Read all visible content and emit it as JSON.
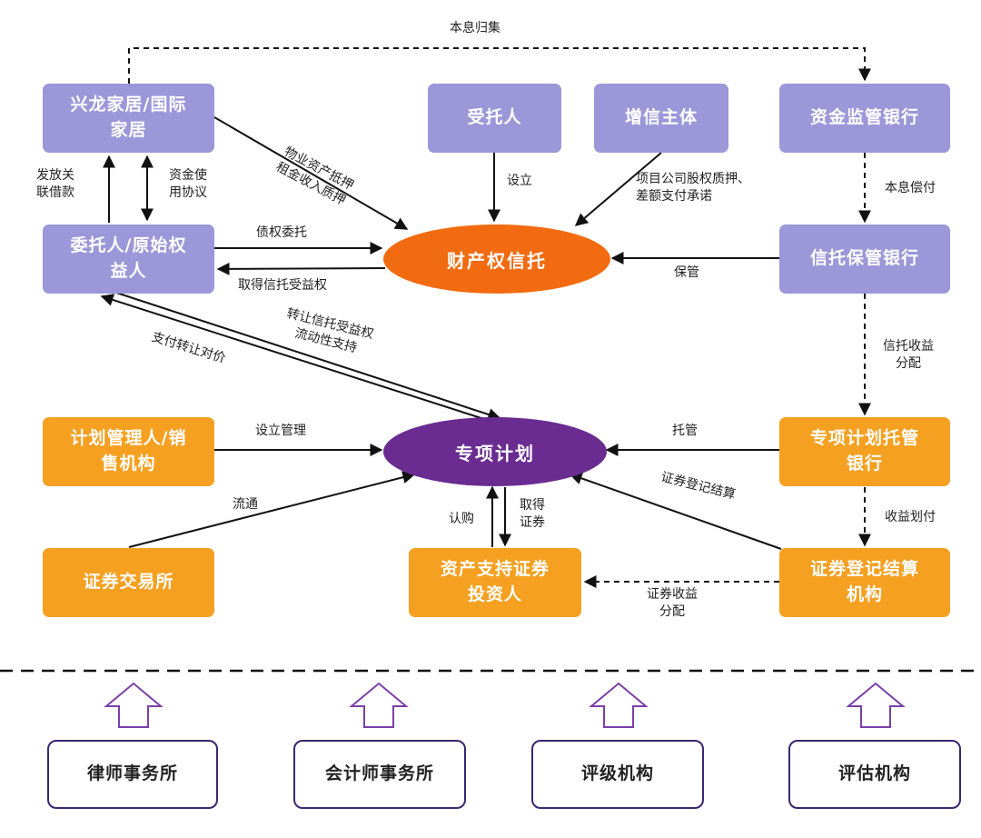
{
  "nodes": {
    "xinglong": "兴龙家居/国际\n家居",
    "trustee": "受托人",
    "credit_enhancer": "增信主体",
    "supervision_bank": "资金监管银行",
    "entrustor": "委托人/原始权\n益人",
    "property_trust": "财产权信托",
    "custody_bank": "信托保管银行",
    "plan_manager": "计划管理人/销\n售机构",
    "special_plan": "专项计划",
    "plan_custody_bank": "专项计划托管\n银行",
    "exchange": "证券交易所",
    "investors": "资产支持证券\n投资人",
    "registry": "证券登记结算\n机构",
    "law_firm": "律师事务所",
    "accounting_firm": "会计师事务所",
    "rating_agency": "评级机构",
    "appraisal_agency": "评估机构"
  },
  "edges": {
    "principal_collection": "本息归集",
    "property_pledge": "物业资产抵押\n租金收入质押",
    "establish": "设立",
    "equity_pledge": "项目公司股权质押、\n差额支付承诺",
    "principal_repay": "本息偿付",
    "issue_loans": "发放关\n联借款",
    "fund_agreement": "资金使\n用协议",
    "claim_entrust": "债权委托",
    "obtain_beneficiary": "取得信托受益权",
    "custody": "保管",
    "transfer_beneficiary": "转让信托受益权\n流动性支持",
    "pay_consideration": "支付转让对价",
    "trust_income": "信托收益\n分配",
    "establish_manage": "设立管理",
    "escrow": "托管",
    "registration": "证券登记结算",
    "circulation": "流通",
    "subscribe": "认购",
    "obtain_securities": "取得\n证券",
    "income_payment": "收益划付",
    "securities_income": "证券收益\n分配"
  },
  "colors": {
    "lavender": "#9b97d8",
    "orange_box": "#f5a021",
    "trust_ellipse": "#f26b10",
    "plan_ellipse": "#6a2c91",
    "arrow_outline": "#7b3fa8",
    "box_border": "#3a2670"
  }
}
